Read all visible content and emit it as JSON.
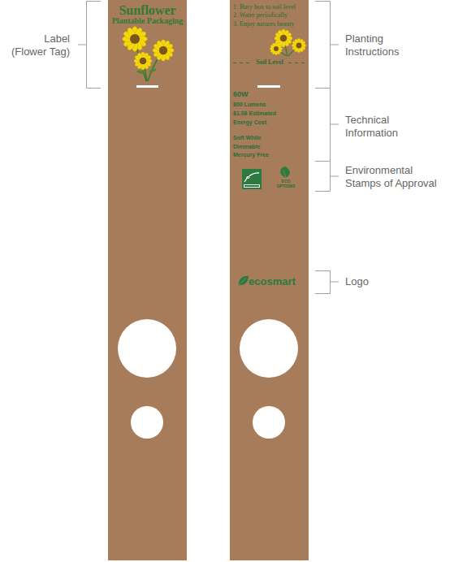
{
  "diagram": {
    "nodes": [
      {
        "text": [
          "Sunflower",
          "Plantable Packaging"
        ]
      },
      {
        "text": [
          "1. Bury box to soil level",
          "2. Water periodically",
          "3. Enjoy natures beauty",
          "Soil Level",
          "60W",
          "800 Lumens",
          "$1.08 Estimated",
          "Energy Cost",
          "Soft White",
          "Dimmable",
          "Mercury Free",
          "ECO",
          "OPTIONS",
          "ecosmart"
        ]
      }
    ],
    "labels": [
      "Label (Flower Tag)",
      "Planting Instructions",
      "Technical Information",
      "Environmental Stamps of Approval",
      "Logo"
    ]
  }
}
